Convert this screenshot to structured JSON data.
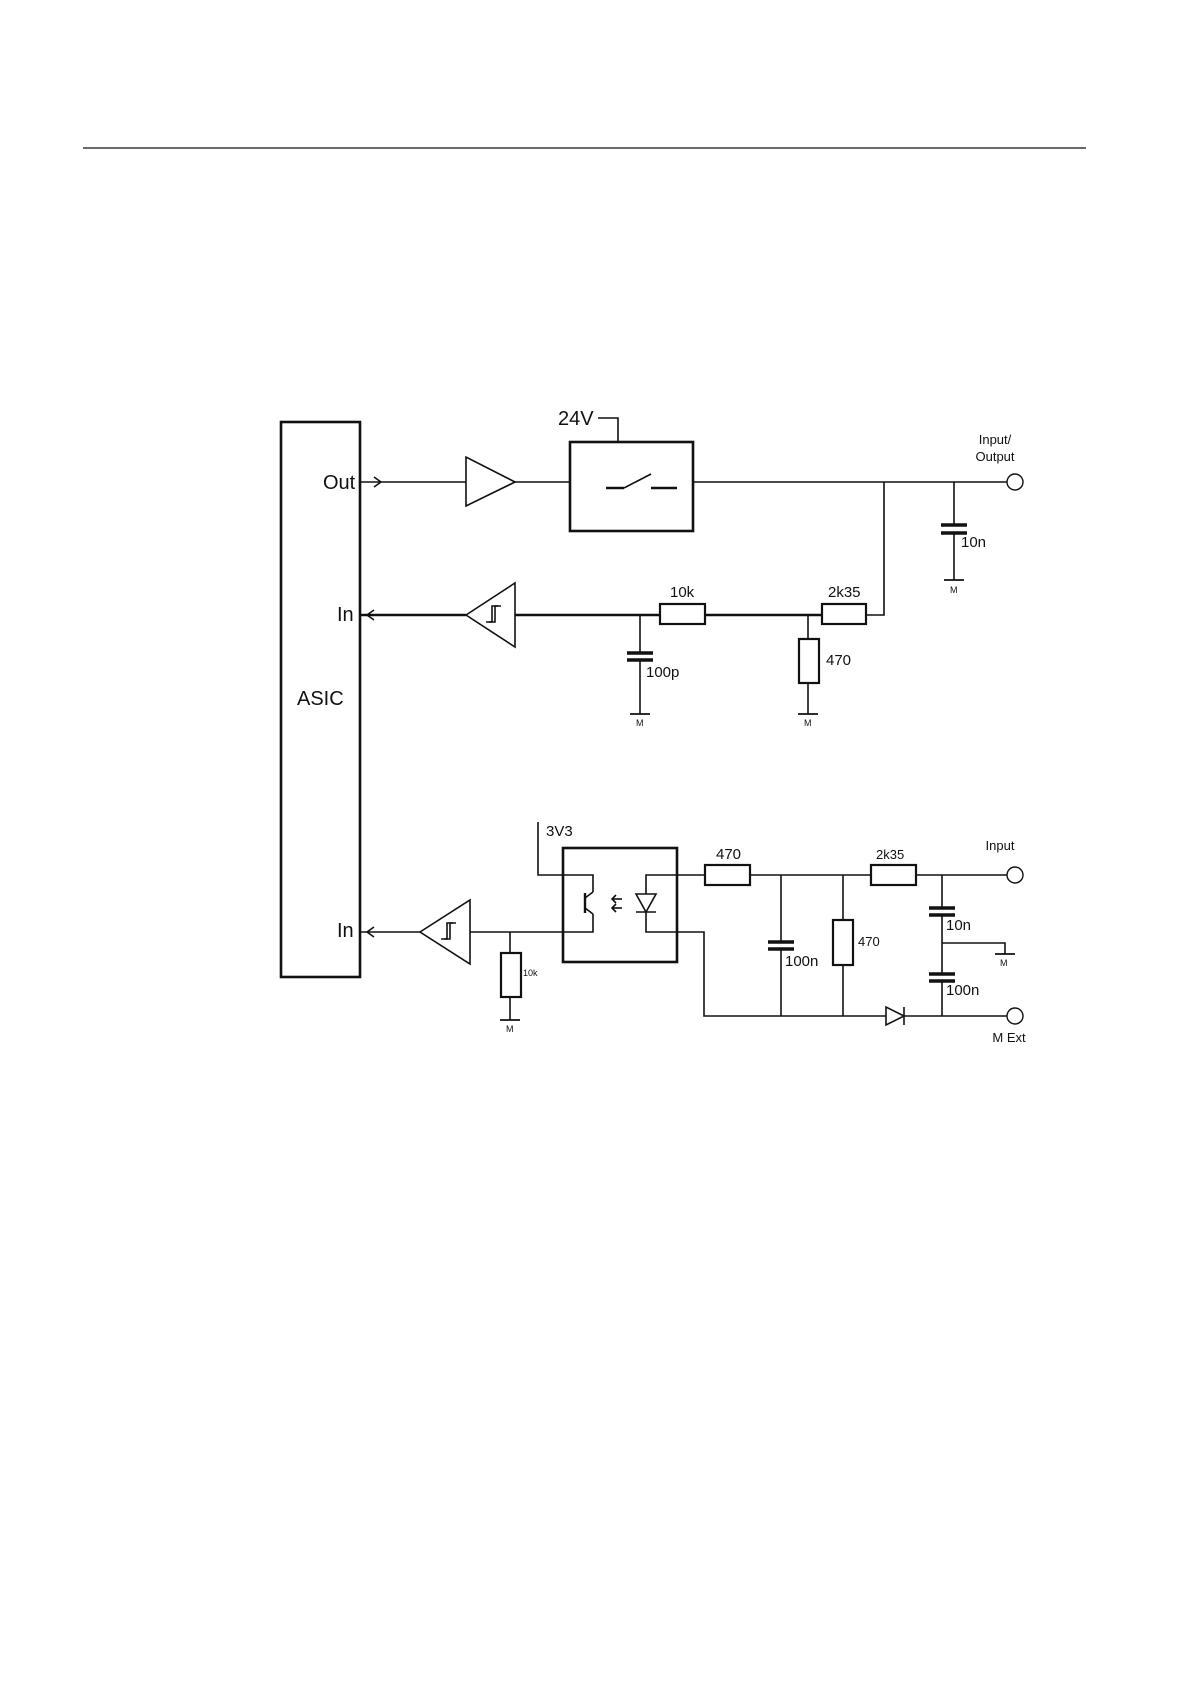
{
  "labels": {
    "asic": "ASIC",
    "out": "Out",
    "in_top": "In",
    "in_bottom": "In",
    "v24": "24V",
    "v3v3": "3V3",
    "io_line1": "Input/",
    "io_line2": "Output",
    "input": "Input",
    "m_ext": "M Ext"
  },
  "components": {
    "r_10k_top": "10k",
    "r_2k35_top": "2k35",
    "r_470_top": "470",
    "c_100p": "100p",
    "c_10n_top": "10n",
    "r_10k_bottom": "10k",
    "r_470_series": "470",
    "r_2k35_bottom": "2k35",
    "r_470_shunt": "470",
    "c_100n_left": "100n",
    "c_10n_bottom": "10n",
    "c_100n_right": "100n"
  },
  "grounds": {
    "m1": "M",
    "m2": "M",
    "m3": "M",
    "m4": "M",
    "m5": "M"
  }
}
